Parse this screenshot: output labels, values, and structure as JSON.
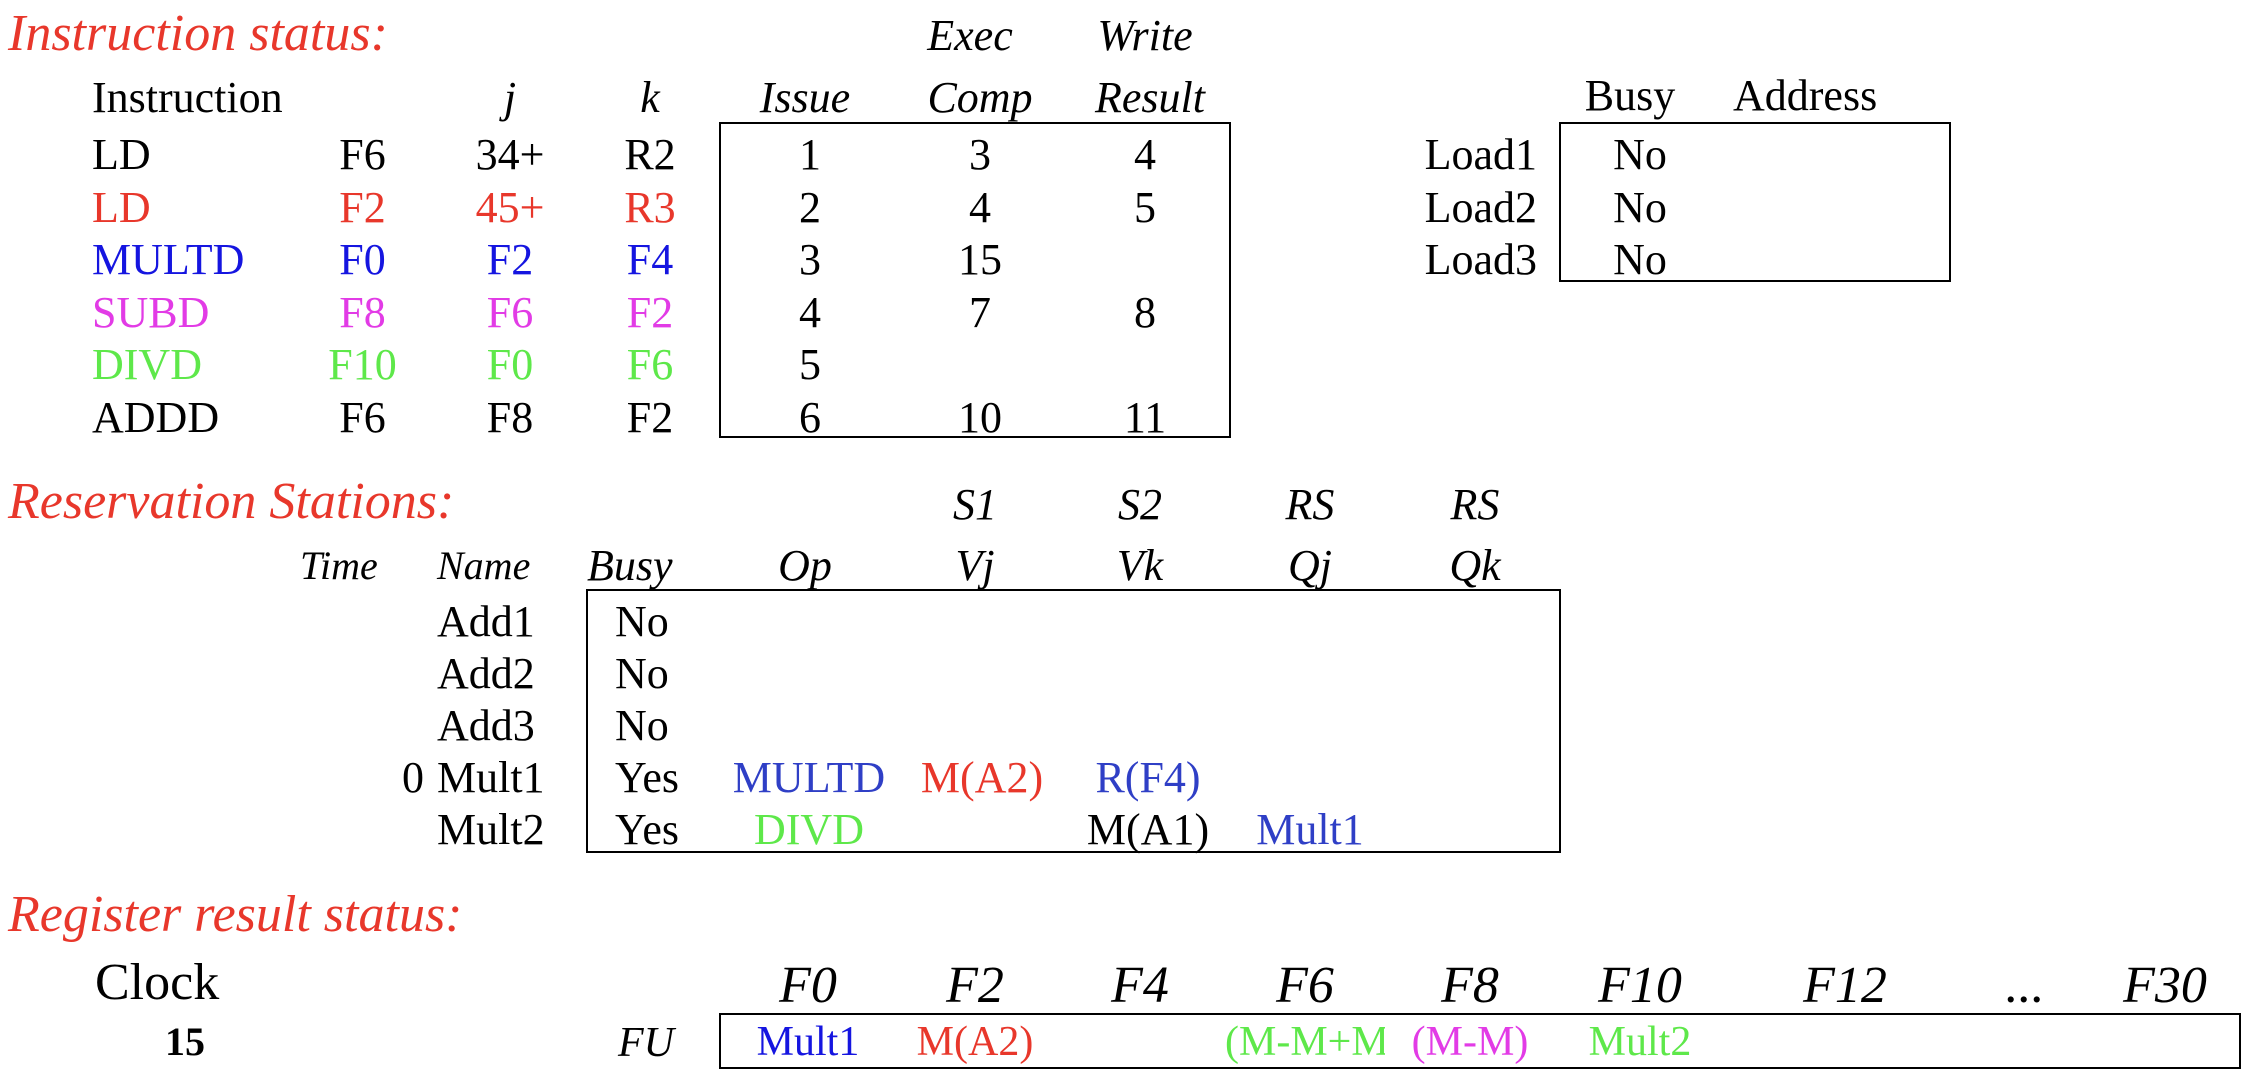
{
  "instruction_status": {
    "heading": "Instruction status:",
    "headers": {
      "instruction": "Instruction",
      "j": "j",
      "k": "k",
      "issue": "Issue",
      "exec_top": "Exec",
      "exec_bottom": "Comp",
      "write_top": "Write",
      "write_bottom": "Result"
    },
    "rows": [
      {
        "op": "LD",
        "dest": "F6",
        "j": "34+",
        "k": "R2",
        "issue": "1",
        "exec": "3",
        "write": "4",
        "color": "black"
      },
      {
        "op": "LD",
        "dest": "F2",
        "j": "45+",
        "k": "R3",
        "issue": "2",
        "exec": "4",
        "write": "5",
        "color": "red"
      },
      {
        "op": "MULTD",
        "dest": "F0",
        "j": "F2",
        "k": "F4",
        "issue": "3",
        "exec": "15",
        "write": "",
        "color": "blue"
      },
      {
        "op": "SUBD",
        "dest": "F8",
        "j": "F6",
        "k": "F2",
        "issue": "4",
        "exec": "7",
        "write": "8",
        "color": "magenta"
      },
      {
        "op": "DIVD",
        "dest": "F10",
        "j": "F0",
        "k": "F6",
        "issue": "5",
        "exec": "",
        "write": "",
        "color": "green"
      },
      {
        "op": "ADDD",
        "dest": "F6",
        "j": "F8",
        "k": "F2",
        "issue": "6",
        "exec": "10",
        "write": "11",
        "color": "black"
      }
    ]
  },
  "load_buffers": {
    "headers": {
      "busy": "Busy",
      "address": "Address"
    },
    "rows": [
      {
        "name": "Load1",
        "busy": "No",
        "address": ""
      },
      {
        "name": "Load2",
        "busy": "No",
        "address": ""
      },
      {
        "name": "Load3",
        "busy": "No",
        "address": ""
      }
    ]
  },
  "reservation_stations": {
    "heading": "Reservation Stations:",
    "headers": {
      "s1": "S1",
      "s2": "S2",
      "rs1": "RS",
      "rs2": "RS",
      "time": "Time",
      "name": "Name",
      "busy": "Busy",
      "op": "Op",
      "vj": "Vj",
      "vk": "Vk",
      "qj": "Qj",
      "qk": "Qk"
    },
    "rows": [
      {
        "time": "",
        "name": "Add1",
        "busy": "No",
        "op": "",
        "vj": "",
        "vk": "",
        "qj": "",
        "qk": ""
      },
      {
        "time": "",
        "name": "Add2",
        "busy": "No",
        "op": "",
        "vj": "",
        "vk": "",
        "qj": "",
        "qk": ""
      },
      {
        "time": "",
        "name": "Add3",
        "busy": "No",
        "op": "",
        "vj": "",
        "vk": "",
        "qj": "",
        "qk": ""
      },
      {
        "time": "0",
        "name": "Mult1",
        "busy": "Yes",
        "op": "MULTD",
        "vj": "M(A2)",
        "vk": "R(F4)",
        "qj": "",
        "qk": ""
      },
      {
        "time": "",
        "name": "Mult2",
        "busy": "Yes",
        "op": "DIVD",
        "vj": "",
        "vk": "M(A1)",
        "qj": "Mult1",
        "qk": ""
      }
    ]
  },
  "register_status": {
    "heading": "Register result status:",
    "clock_label": "Clock",
    "clock_value": "15",
    "fu_label": "FU",
    "registers": [
      "F0",
      "F2",
      "F4",
      "F6",
      "F8",
      "F10",
      "F12",
      "...",
      "F30"
    ],
    "fu_values": [
      "Mult1",
      "M(A2)",
      "",
      "(M-M+M",
      "(M-M)",
      "Mult2",
      "",
      "",
      ""
    ]
  },
  "colors": {
    "heading": "#e8372b",
    "black": "#000000",
    "red": "#e8372b",
    "blue": "#1515e0",
    "magenta": "#e23be6",
    "green": "#5ee84a",
    "navy": "#2f3fc6"
  }
}
